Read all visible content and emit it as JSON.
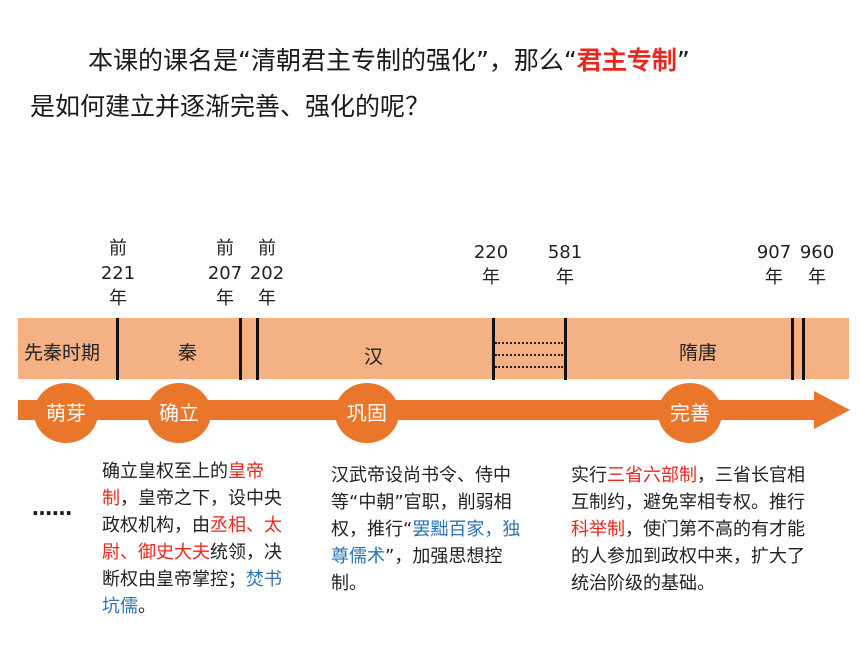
{
  "intro": {
    "line1_a": "本课的课名是“清朝君主专制的强化”，那么“",
    "line1_red": "君主专制",
    "line1_b": "”",
    "line2": "是如何建立并逐渐完善、强化的呢？"
  },
  "years": [
    {
      "l1": "前",
      "l2": "221",
      "l3": "年"
    },
    {
      "l1": "前",
      "l2": "207",
      "l3": "年"
    },
    {
      "l1": "前",
      "l2": "202",
      "l3": "年"
    },
    {
      "l1": "220",
      "l2": "年"
    },
    {
      "l1": "581",
      "l2": "年"
    },
    {
      "l1": "907",
      "l2": "年"
    },
    {
      "l1": "960",
      "l2": "年"
    }
  ],
  "eras": {
    "pre_qin": "先秦时期",
    "qin": "秦",
    "han": "汉",
    "sui_tang": "隋唐"
  },
  "stages": {
    "sprout": "萌芽",
    "establish": "确立",
    "consolidate": "巩固",
    "perfect": "完善"
  },
  "ellipsis": "……",
  "qin_desc": {
    "t1": "确立皇权至上的",
    "r1": "皇帝制",
    "t2": "，皇帝之下，设中央政权机构，由",
    "r2": "丞相、太尉、御史大夫",
    "t3": "统领，决断权由皇帝掌控；",
    "b1": "焚书坑儒",
    "t4": "。"
  },
  "han_desc": {
    "t1": "汉武帝设尚书令、侍中等“中朝”官职，削弱相权，推行“",
    "b1": "罢黜百家，独尊儒术",
    "t2": "”，加强思想控制。"
  },
  "suitang_desc": {
    "t1": "实行",
    "r1": "三省六部制",
    "t2": "，三省长官相互制约，避免宰相专权。推行",
    "r2": "科举制",
    "t3": "，使门第不高的有才能的人参加到政权中来，扩大了统治阶级的基础。"
  },
  "colors": {
    "band": "#f4b183",
    "arrow": "#e9762b",
    "circle": "#e9762b",
    "highlight_red": "#e8281e",
    "highlight_blue": "#2e74b5"
  }
}
